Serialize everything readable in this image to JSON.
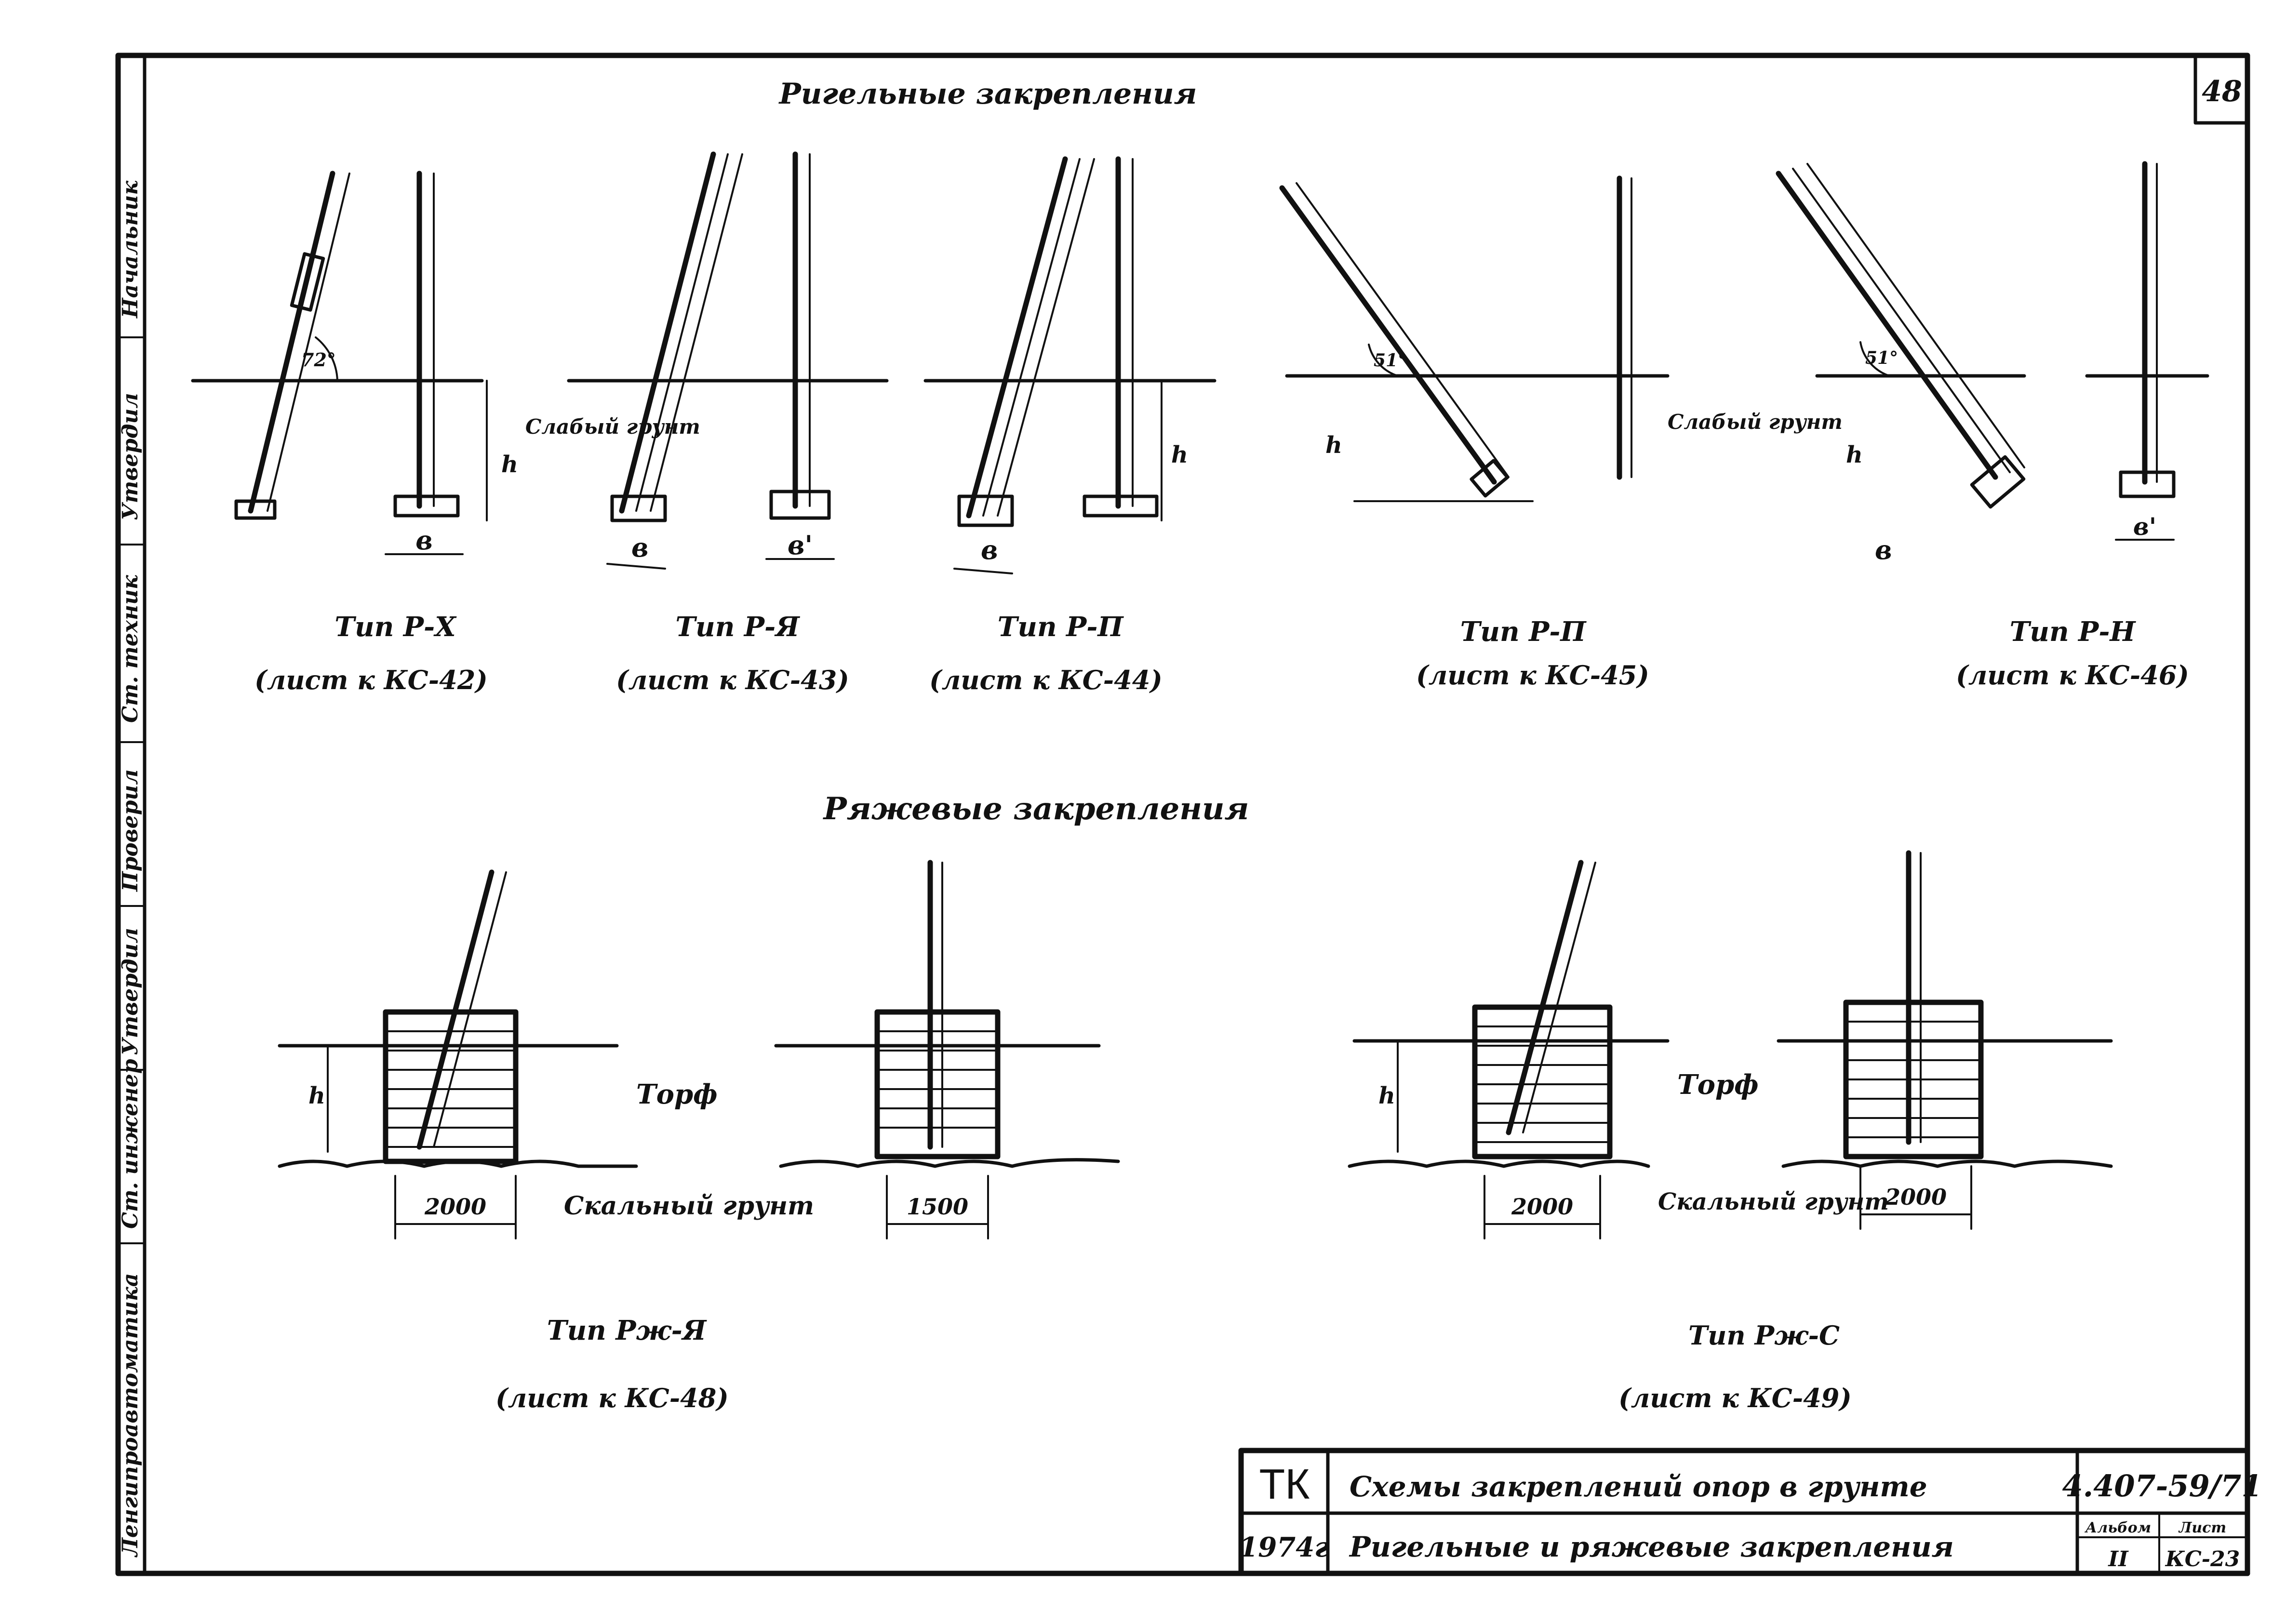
{
  "sheet_number": "48",
  "section_titles": {
    "rigel": "Ригельные закрепления",
    "ryazh": "Ряжевые закрепления"
  },
  "rigel_types": [
    {
      "type": "Тип Р-Х",
      "sheet": "(лист к КС-42)",
      "angle": "72°",
      "width_label": "в"
    },
    {
      "type": "Тип Р-Я",
      "sheet": "(лист к КС-43)",
      "width_label": "в"
    },
    {
      "type": "Тип Р-П",
      "sheet": "(лист к КС-44)",
      "width_label": "в"
    },
    {
      "type": "Тип Р-П",
      "sheet": "(лист к КС-45)",
      "angle": "51°"
    },
    {
      "type": "Тип Р-Н",
      "sheet": "(лист к КС-46)",
      "angle": "51°",
      "width_label": "в"
    }
  ],
  "rigel_side_labels": {
    "width_secondary": "в'",
    "depth": "h",
    "weak_soil_1": "Слабый грунт",
    "weak_soil_2": "Слабый грунт"
  },
  "ryazh_types": [
    {
      "type": "Тип Рж-Я",
      "sheet": "(лист к КС-48)",
      "width_1": "2000",
      "width_2": "1500"
    },
    {
      "type": "Тип Рж-С",
      "sheet": "(лист к КС-49)",
      "width_1": "2000",
      "width_2": "2000"
    }
  ],
  "ryazh_labels": {
    "peat_1": "Торф",
    "peat_2": "Торф",
    "rock_1": "Скальный грунт",
    "rock_2": "Скальный грунт",
    "depth": "h"
  },
  "title_block": {
    "org": "ТК",
    "year": "1974г",
    "title_line1": "Схемы закреплений опор в грунте",
    "title_line2": "Ригельные и ряжевые закрепления",
    "doc_number": "4.407-59/71",
    "album_label": "Альбом",
    "album_value": "II",
    "sheet_label": "Лист",
    "sheet_value": "КС-23"
  },
  "side_stamp": [
    "Начальник",
    "Утвердил",
    "Ст. техник",
    "Проверил",
    "Утвердил",
    "Ст. инженер",
    "Ленгипроавтоматика"
  ]
}
